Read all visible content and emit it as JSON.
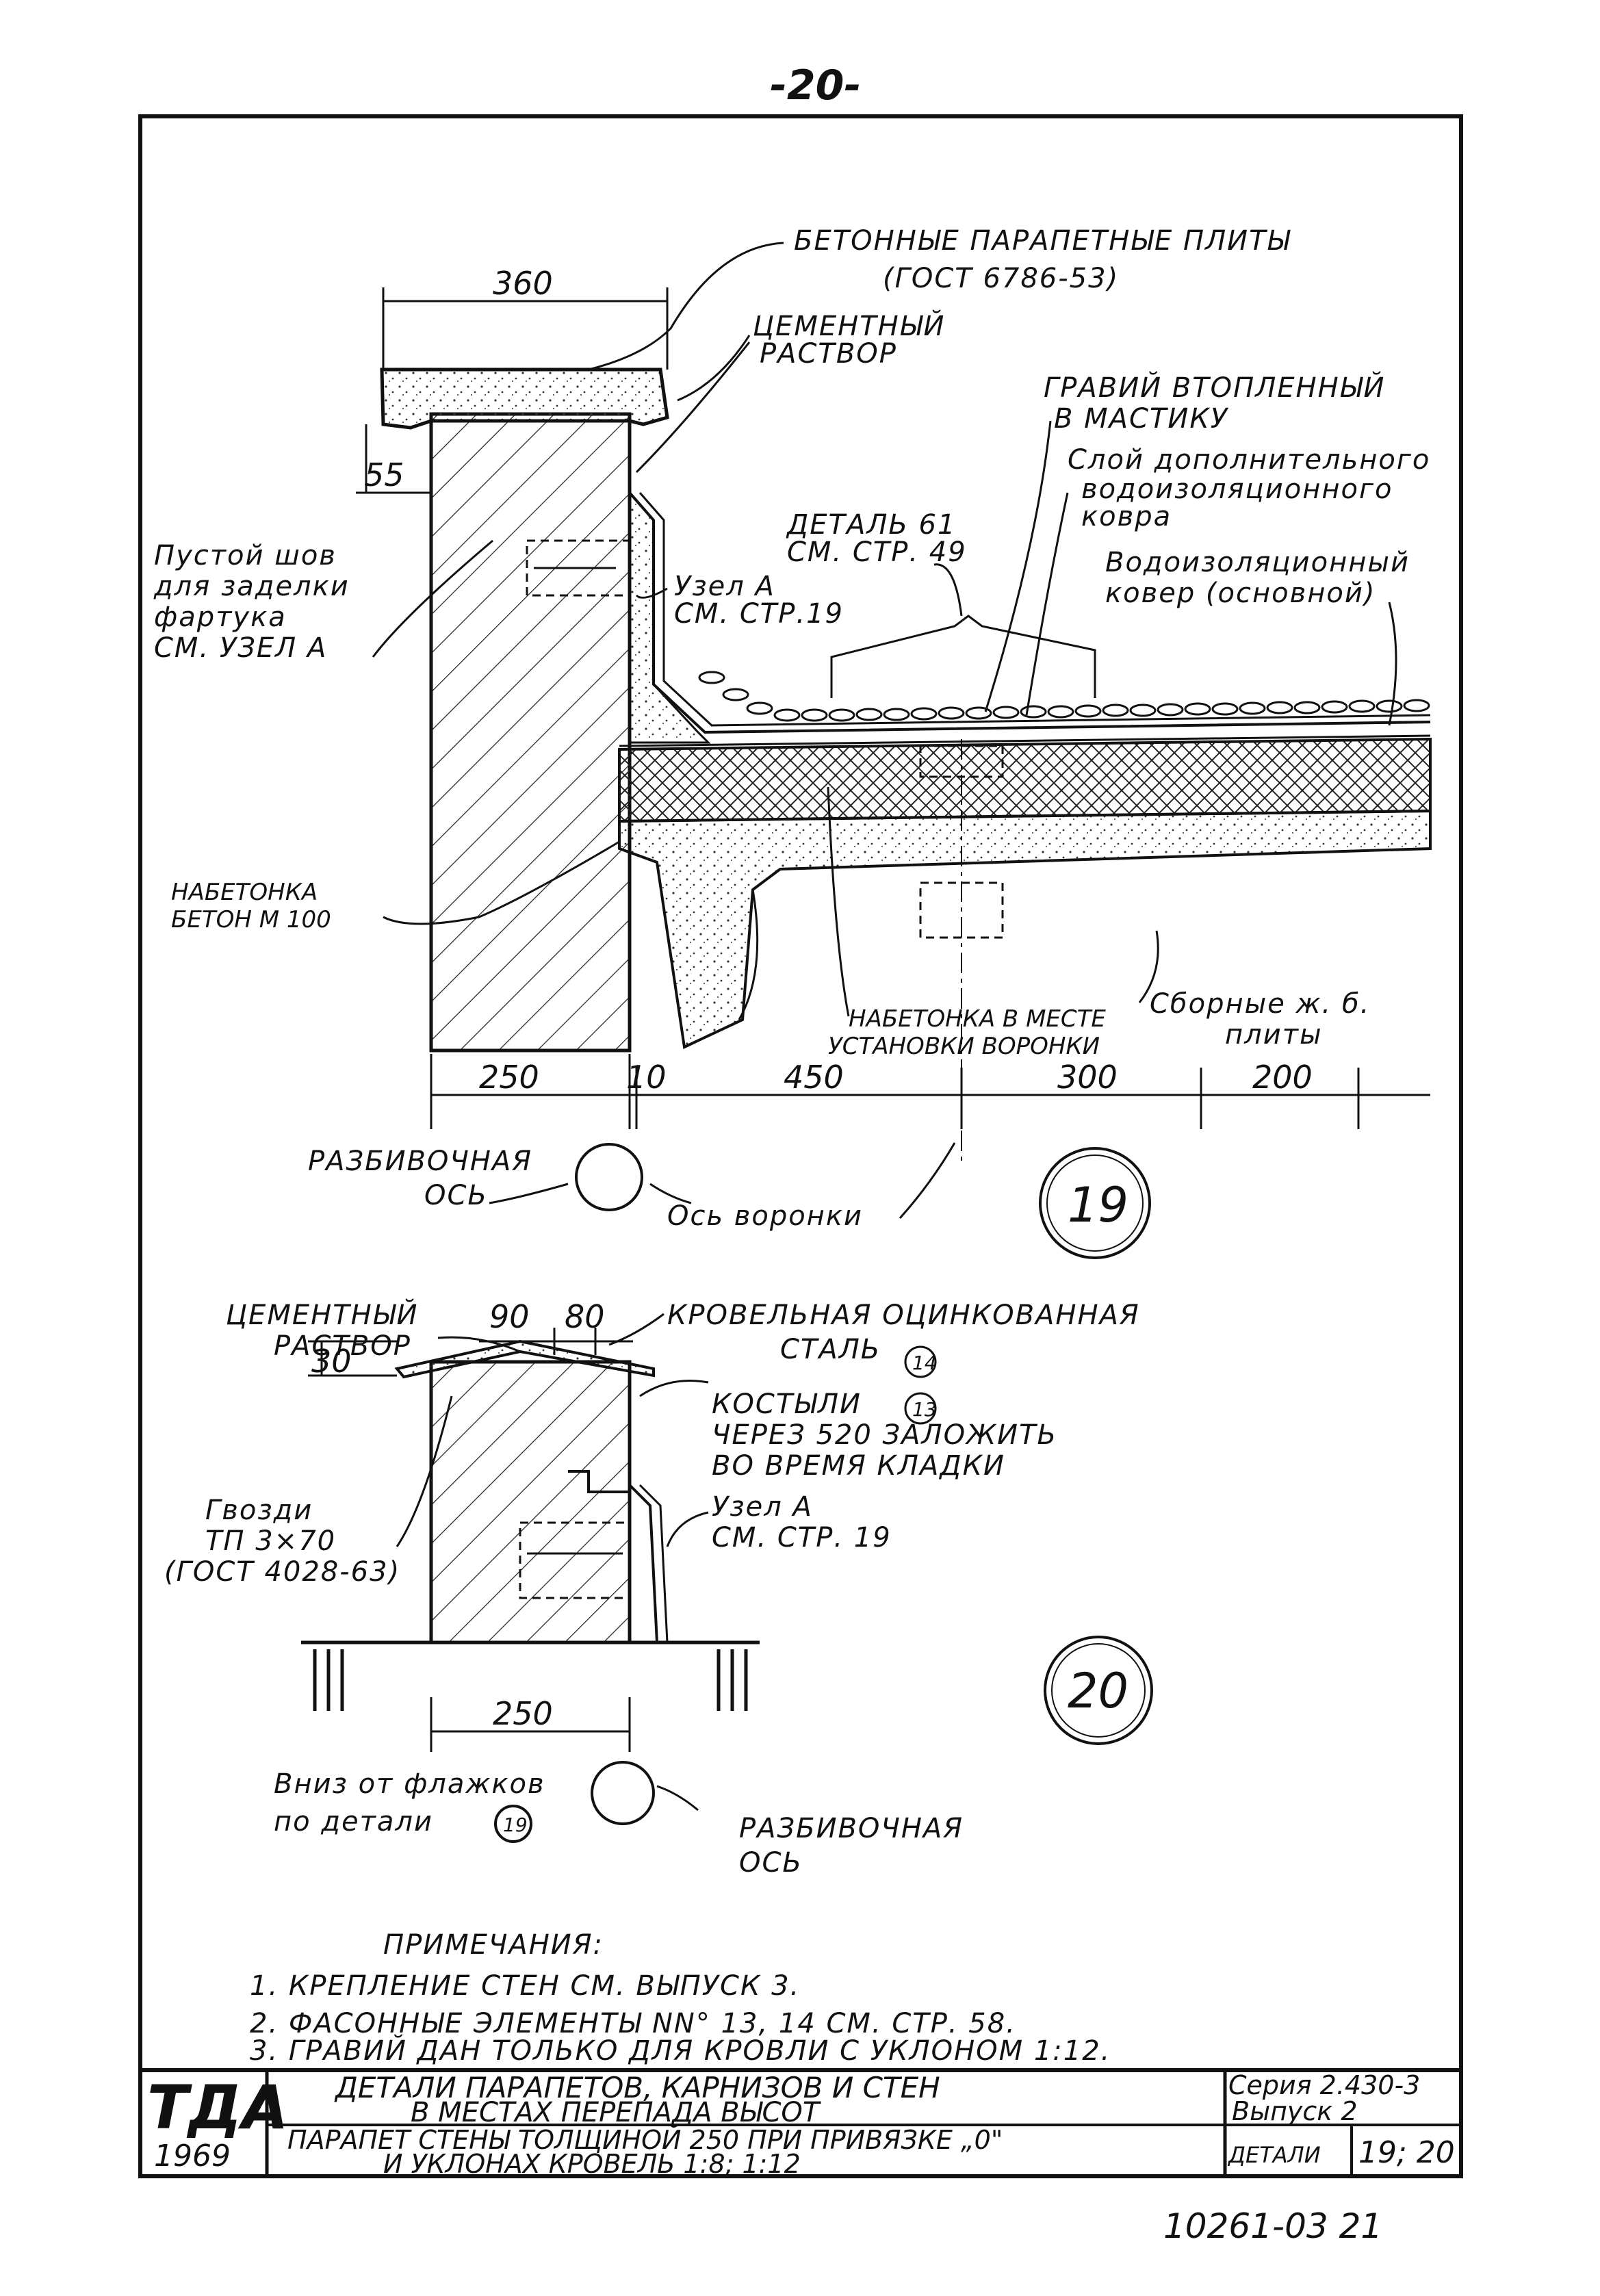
{
  "page_number": "-20-",
  "detail19": {
    "labels": {
      "parapet_slabs_1": "БЕТОННЫЕ ПАРАПЕТНЫЕ ПЛИТЫ",
      "parapet_slabs_2": "(ГОСТ 6786-53)",
      "cement_mortar_1": "ЦЕМЕНТНЫЙ",
      "cement_mortar_2": "РАСТВОР",
      "gravel_1": "ГРАВИЙ ВТОПЛЕННЫЙ",
      "gravel_2": "В МАСТИКУ",
      "extra_layer_1": "Слой дополнительного",
      "extra_layer_2": "водоизоляционного",
      "extra_layer_3": "ковра",
      "detail_61_1": "ДЕТАЛЬ 61",
      "detail_61_2": "СМ. СТР. 49",
      "main_carpet_1": "Водоизоляционный",
      "main_carpet_2": "ковер (основной)",
      "empty_seam_1": "Пустой шов",
      "empty_seam_2": "для заделки",
      "empty_seam_3": "фартука",
      "empty_seam_4": "СМ. УЗЕЛ А",
      "node_a_1": "Узел А",
      "node_a_2": "СМ. СТР.19",
      "concrete_fill_1": "НАБЕТОНКА",
      "concrete_fill_2": "БЕТОН М 100",
      "funnel_fill_1": "НАБЕТОНКА В МЕСТЕ",
      "funnel_fill_2": "УСТАНОВКИ ВОРОНКИ",
      "precast_1": "Сборные ж. б.",
      "precast_2": "плиты",
      "layout_axis_1": "РАЗБИВОЧНАЯ",
      "layout_axis_2": "ОСЬ",
      "funnel_axis": "Ось воронки",
      "number": "19"
    },
    "dims": {
      "top": "360",
      "side": "55",
      "b1": "250",
      "b2": "10",
      "b3": "450",
      "b4": "300",
      "b5": "200"
    }
  },
  "detail20": {
    "labels": {
      "cement_mortar_1": "ЦЕМЕНТНЫЙ",
      "cement_mortar_2": "РАСТВОР",
      "roof_steel_1": "КРОВЕЛЬНАЯ ОЦИНКОВАННАЯ",
      "roof_steel_2": "СТАЛЬ",
      "roof_steel_ref": "14",
      "crutch_1": "КОСТЫЛИ",
      "crutch_ref": "13",
      "crutch_2": "ЧЕРЕЗ 520 ЗАЛОЖИТЬ",
      "crutch_3": "ВО ВРЕМЯ КЛАДКИ",
      "nails_1": "Гвозди",
      "nails_2": "ТП 3×70",
      "nails_3": "(ГОСТ 4028-63)",
      "node_a_1": "Узел А",
      "node_a_2": "СМ. СТР. 19",
      "down_1": "Вниз от флажков",
      "down_2": "по детали",
      "down_ref": "19",
      "layout_axis_1": "РАЗБИВОЧНАЯ",
      "layout_axis_2": "ОСЬ",
      "number": "20"
    },
    "dims": {
      "d90": "90",
      "d80": "80",
      "d30": "30",
      "width": "250"
    }
  },
  "notes": {
    "title": "ПРИМЕЧАНИЯ:",
    "items": [
      "1. КРЕПЛЕНИЕ СТЕН СМ. ВЫПУСК 3.",
      "2. ФАСОННЫЕ ЭЛЕМЕНТЫ NN° 13, 14 СМ. СТР. 58.",
      "3. ГРАВИЙ ДАН ТОЛЬКО ДЛЯ КРОВЛИ С УКЛОНОМ 1:12."
    ]
  },
  "title_block": {
    "logo": "ТДА",
    "year": "1969",
    "title_1": "ДЕТАЛИ ПАРАПЕТОВ, КАРНИЗОВ И СТЕН",
    "title_2": "В МЕСТАХ ПЕРЕПАДА ВЫСОТ",
    "subtitle_1": "ПАРАПЕТ СТЕНЫ ТОЛЩИНОЙ 250 ПРИ ПРИВЯЗКЕ „0\"",
    "subtitle_2": "И УКЛОНАХ КРОВЕЛЬ 1:8; 1:12",
    "series_1": "Серия 2.430-3",
    "series_2": "Выпуск 2",
    "detail_label": "ДЕТАЛИ",
    "detail_value": "19; 20"
  },
  "sheet_code": "10261-03 21"
}
